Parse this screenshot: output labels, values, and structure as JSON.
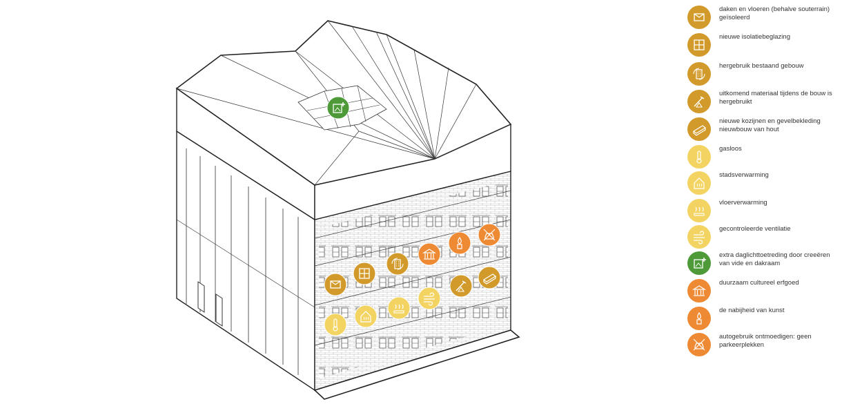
{
  "colors": {
    "mustard": "#D29A2A",
    "yellow": "#F3D462",
    "orange": "#EE8A33",
    "green": "#4E9A38",
    "line": "#222222",
    "roof_fill": "#ffffff"
  },
  "legend": [
    {
      "icon": "insulation-icon",
      "color": "mustard",
      "label": "daken en vloeren (behalve souterrain) geïsoleerd"
    },
    {
      "icon": "window-glazing-icon",
      "color": "mustard",
      "label": "nieuwe isolatiebeglazing"
    },
    {
      "icon": "reuse-building-icon",
      "color": "mustard",
      "label": "hergebruik bestaand gebouw"
    },
    {
      "icon": "reuse-material-icon",
      "color": "mustard",
      "label": "uitkomend materiaal tijdens de bouw is hergebruikt"
    },
    {
      "icon": "timber-icon",
      "color": "mustard",
      "label": "nieuwe kozijnen en gevelbekleding nieuwbouw van hout"
    },
    {
      "icon": "gasless-icon",
      "color": "yellow",
      "label": "gasloos"
    },
    {
      "icon": "district-heating-icon",
      "color": "yellow",
      "label": "stadsverwarming"
    },
    {
      "icon": "floor-heating-icon",
      "color": "yellow",
      "label": "vloerverwarming"
    },
    {
      "icon": "ventilation-icon",
      "color": "yellow",
      "label": "gecontroleerde ventilatie"
    },
    {
      "icon": "daylight-icon",
      "color": "green",
      "label": "extra daglichttoetreding door creeëren van vide en dakraam"
    },
    {
      "icon": "heritage-icon",
      "color": "orange",
      "label": "duurzaam cultureel erfgoed"
    },
    {
      "icon": "art-icon",
      "color": "orange",
      "label": "de nabijheid van kunst"
    },
    {
      "icon": "no-car-icon",
      "color": "orange",
      "label": "autogebruik ontmoedigen: geen parkeerplekken"
    }
  ]
}
